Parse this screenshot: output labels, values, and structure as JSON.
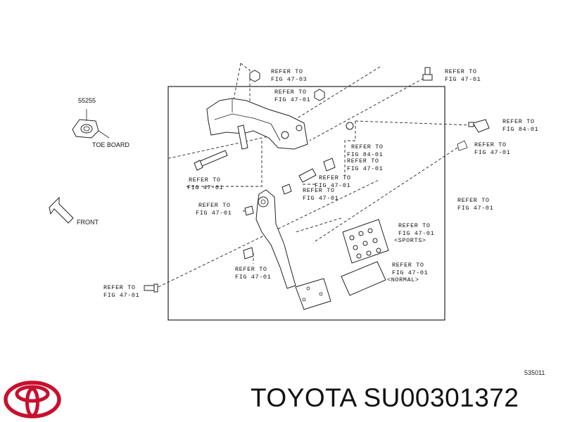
{
  "part_number_55255": "55255",
  "toe_board": "TOE BOARD",
  "front": "FRONT",
  "refer_to": "REFER TO",
  "fig_47_03": "FIG 47-03",
  "fig_47_01": "FIG 47-01",
  "fig_84_01": "FIG 84-01",
  "sports": "<SPORTS>",
  "normal": "<NORMAL>",
  "ref_code": "535011",
  "footer": "TOYOTA SU00301372",
  "brand_color": "#c8102e"
}
